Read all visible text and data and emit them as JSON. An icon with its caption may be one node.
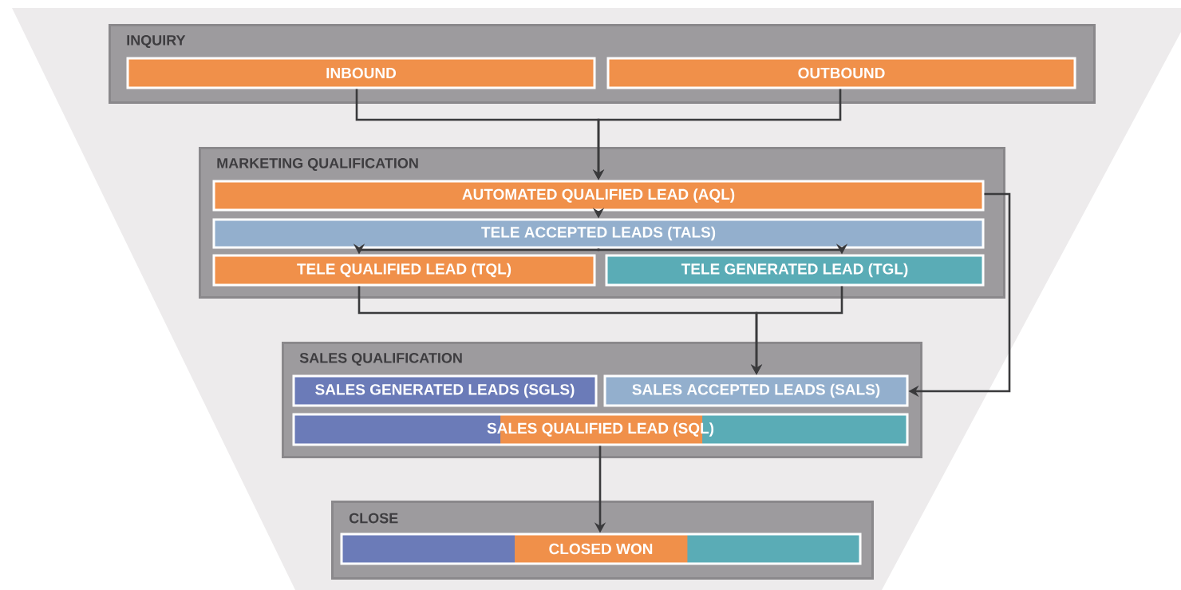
{
  "diagram": {
    "nodes": [
      {
        "text": [
          "INQUIRY"
        ]
      },
      {
        "text": [
          "INBOUND"
        ],
        "in": 0
      },
      {
        "text": [
          "OUTBOUND"
        ],
        "in": 0
      },
      {
        "text": [
          "MARKETING QUALIFICATION"
        ]
      },
      {
        "text": [
          "AUTOMATED QUALIFIED LEAD (AQL)"
        ],
        "in": 3
      },
      {
        "text": [
          "TELE ACCEPTED LEADS (TALS)"
        ],
        "in": 3
      },
      {
        "text": [
          "TELE QUALIFIED LEAD (TQL)"
        ],
        "in": 3
      },
      {
        "text": [
          "TELE GENERATED LEAD (TGL)"
        ],
        "in": 3
      },
      {
        "text": [
          "SALES QUALIFICATION"
        ]
      },
      {
        "text": [
          "SALES GENERATED LEADS (SGLS)"
        ],
        "in": 8
      },
      {
        "text": [
          "SALES ACCEPTED LEADS (SALS)"
        ],
        "in": 8
      },
      {
        "text": [
          "SALES QUALIFIED LEAD (SQL)"
        ],
        "in": 8
      },
      {
        "text": [
          "CLOSE"
        ]
      },
      {
        "text": [
          "CLOSED WON"
        ],
        "in": 12
      }
    ],
    "edges": [
      {
        "from": 1,
        "to": 4,
        "arrow": "to"
      },
      {
        "from": 2,
        "to": 4,
        "arrow": "to"
      },
      {
        "from": 4,
        "to": 5,
        "arrow": "to"
      },
      {
        "from": 5,
        "to": 6,
        "arrow": "to"
      },
      {
        "from": 5,
        "to": 7,
        "arrow": "to"
      },
      {
        "from": 6,
        "to": 10,
        "arrow": "to"
      },
      {
        "from": 7,
        "to": 10,
        "arrow": "to"
      },
      {
        "from": 4,
        "to": 10,
        "arrow": "to"
      },
      {
        "from": 11,
        "to": 13,
        "arrow": "to"
      }
    ]
  }
}
